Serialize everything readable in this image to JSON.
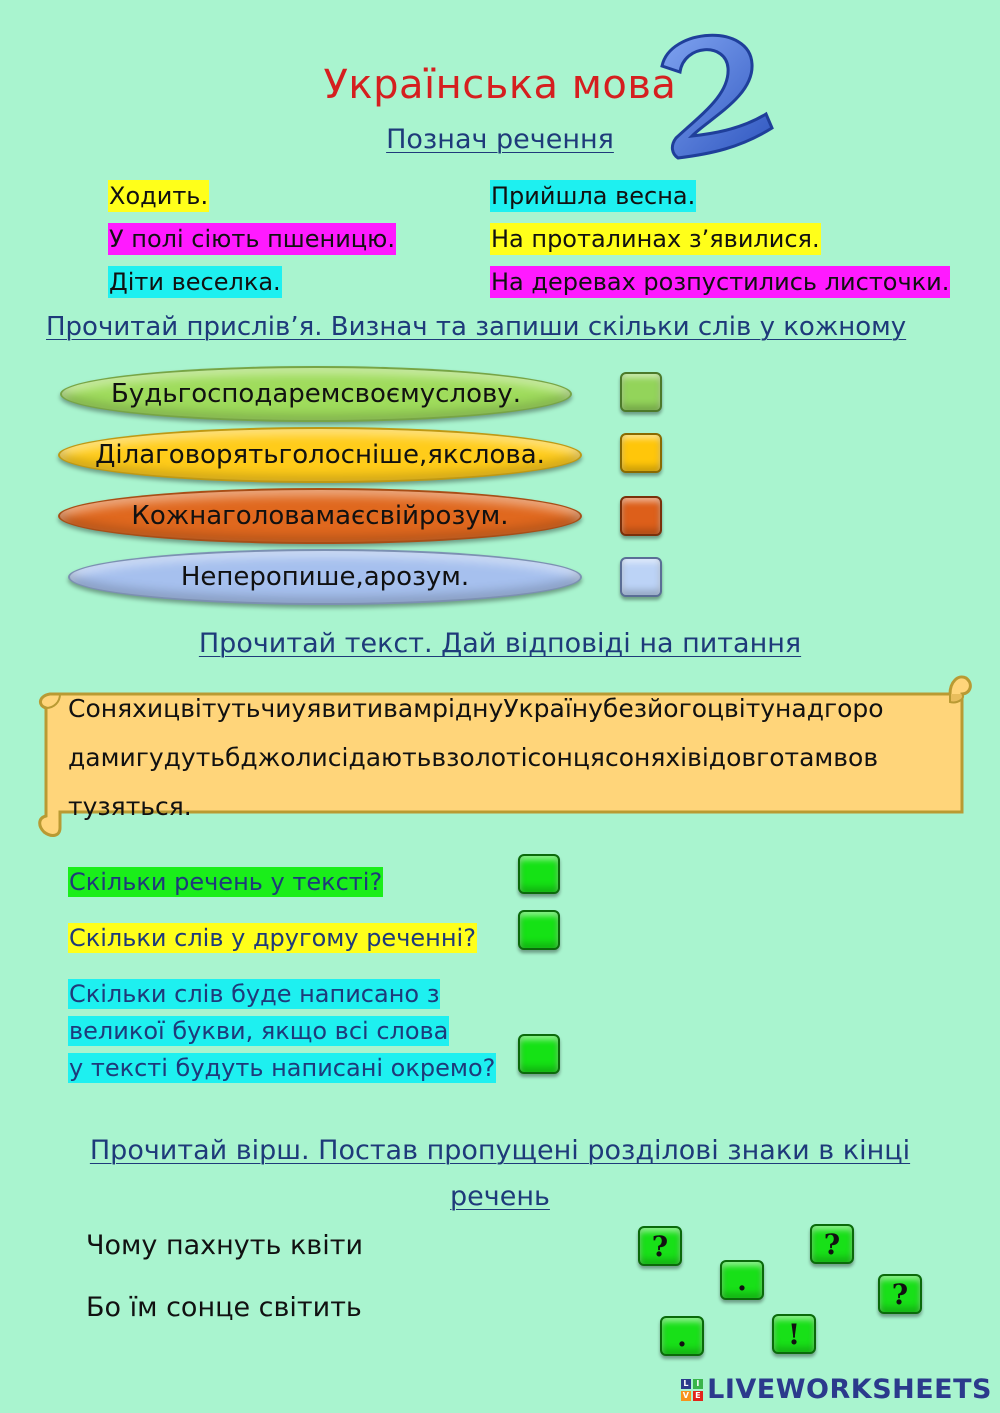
{
  "header": {
    "title": "Українська мова",
    "grade_numeral": "2",
    "subtitle": "Познач речення"
  },
  "sentences": {
    "left": [
      {
        "text": "Ходить.",
        "color": "#ffff1a"
      },
      {
        "text": "У полі сіють пшеницю.",
        "color": "#ff1aff"
      },
      {
        "text": "Діти веселка.",
        "color": "#1ef0f0"
      }
    ],
    "right": [
      {
        "text": "Прийшла весна.",
        "color": "#1ef0f0"
      },
      {
        "text": "На проталинах з’явилися.",
        "color": "#ffff1a"
      },
      {
        "text": "На деревах розпустились листочки.",
        "color": "#ff1aff"
      }
    ]
  },
  "proverbs": {
    "heading": "Прочитай прислів’я. Визнач та запиши скільки слів у кожному",
    "items": [
      {
        "text": "Будьгосподаремсвоємуслову.",
        "color": "#9fdc5c",
        "answer_color": "#93d45a"
      },
      {
        "text": "Ділаговорятьголосніше,якслова.",
        "color": "#ffcc1a",
        "answer_color": "#ffc60a"
      },
      {
        "text": "Кожнаголовамаєсвійрозум.",
        "color": "#e0681e",
        "answer_color": "#dd5f1a"
      },
      {
        "text": "Неперопише,арозум.",
        "color": "#a6c0ee",
        "answer_color": "#bcd3f6"
      }
    ]
  },
  "reading": {
    "heading": "Прочитай текст. Дай відповіді на питання",
    "scroll_color": "#ffd57a",
    "lines": [
      "СоняхицвітутьчиуявитивамріднуУкраїнубезйогоцвітунадгоро",
      "дамигудутьбджолисідаютьвзолотісонцясоняхівідовготамвов",
      "тузяться."
    ],
    "questions": [
      {
        "lines": [
          "Скільки речень у тексті?"
        ],
        "color": "#1aee1a"
      },
      {
        "lines": [
          "Скільки слів у другому реченні?"
        ],
        "color": "#ffff1a"
      },
      {
        "lines": [
          "Скільки слів буде написано з",
          "великої букви, якщо всі слова",
          "у тексті будуть написані окремо?"
        ],
        "color": "#1ef0f0"
      }
    ]
  },
  "poem": {
    "heading_line1": "Прочитай вірш. Постав пропущені розділові знаки в кінці",
    "heading_line2": "речень",
    "lines": [
      "Чому пахнуть квіти",
      "Бо їм сонце світить"
    ],
    "marks": [
      "?",
      "?",
      ".",
      "?",
      ".",
      "!"
    ]
  },
  "brand": {
    "name": "LIVEWORKSHEETS",
    "block_letters": [
      "L",
      "I",
      "V",
      "E"
    ]
  }
}
